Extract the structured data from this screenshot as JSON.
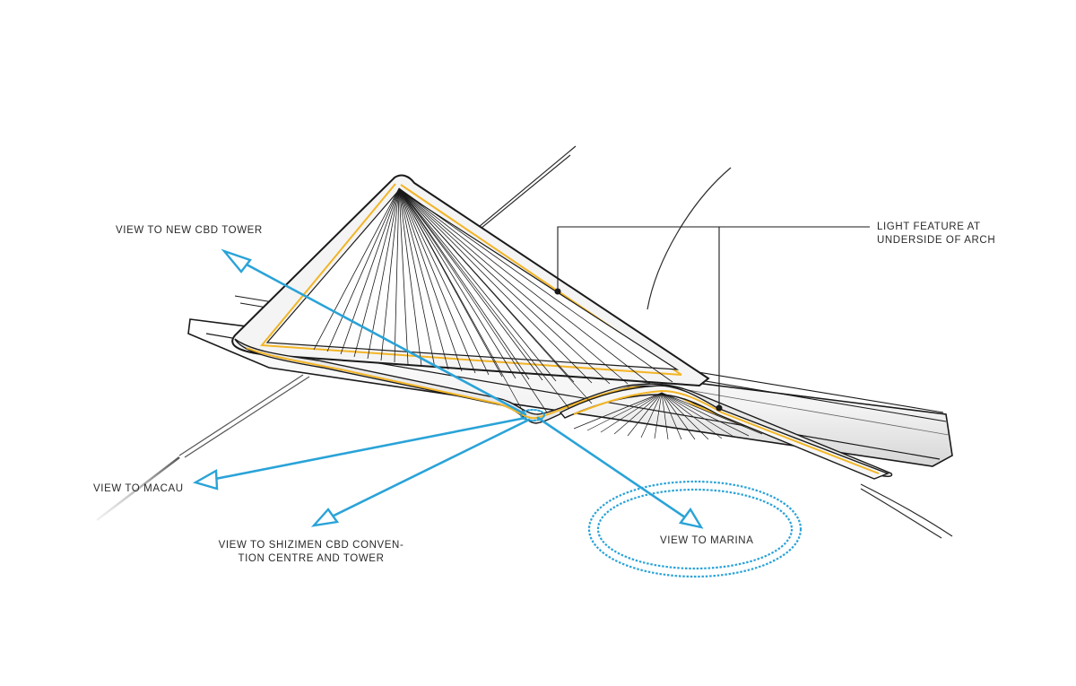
{
  "labels": {
    "new_cbd_tower": "VIEW TO NEW CBD TOWER",
    "macau": "VIEW TO MACAU",
    "shizimen_line1": "VIEW TO SHIZIMEN CBD CONVEN-",
    "shizimen_line2": "TION CENTRE AND TOWER",
    "marina": "VIEW TO MARINA",
    "light_feature_line1": "LIGHT FEATURE AT",
    "light_feature_line2": "UNDERSIDE OF ARCH"
  },
  "colors": {
    "ink": "#1a1a1a",
    "view_arrow": "#2aa3d8",
    "light_feature": "#f3b526",
    "deck_grey": "#c9c9c9",
    "background": "#ffffff"
  }
}
